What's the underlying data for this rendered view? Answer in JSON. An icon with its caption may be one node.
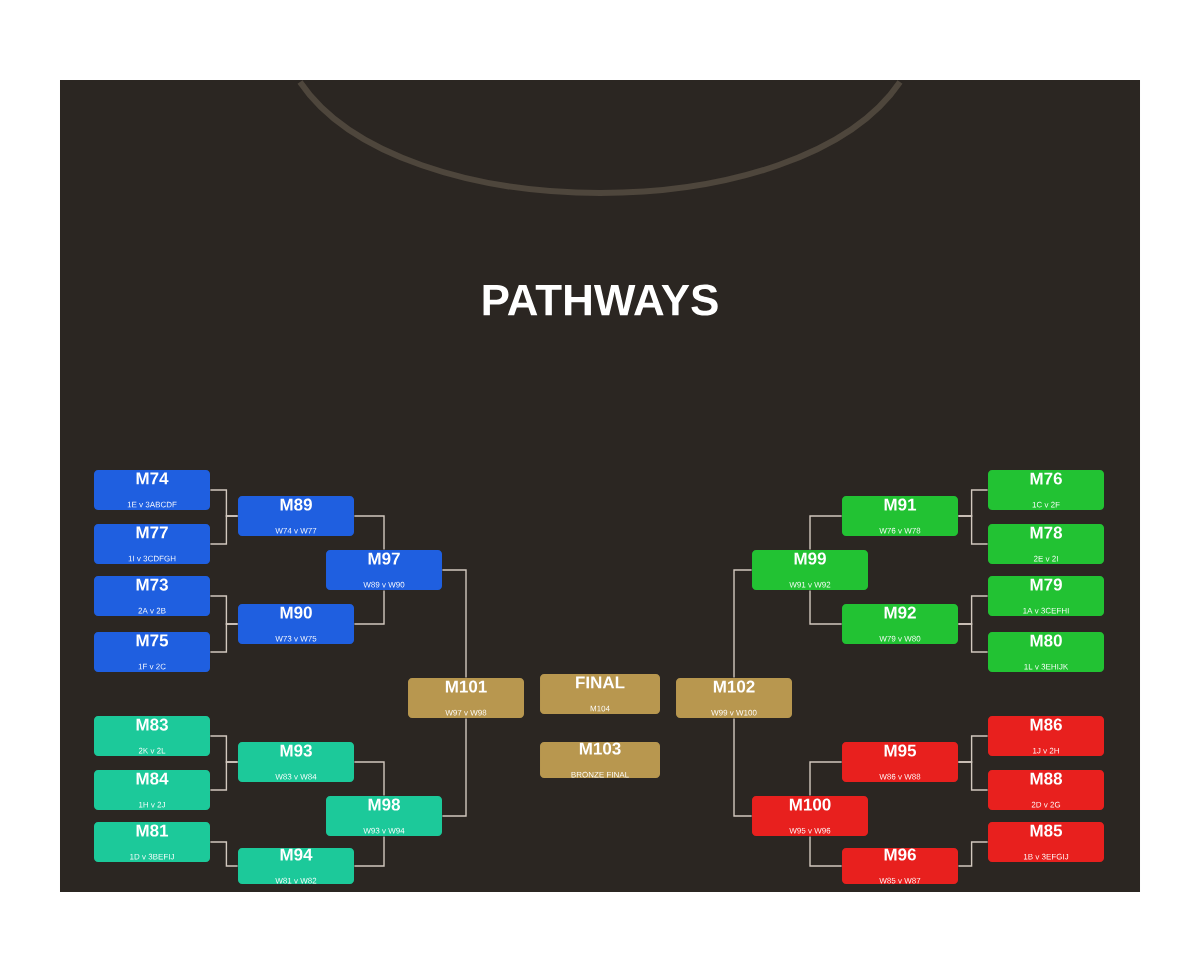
{
  "diagram": {
    "title": "PATHWAYS",
    "nodes": [
      {
        "text": [
          "M74",
          "1E v 3ABCDF"
        ]
      },
      {
        "text": [
          "M77",
          "1I v 3CDFGH"
        ]
      },
      {
        "text": [
          "M73",
          "2A v 2B"
        ]
      },
      {
        "text": [
          "M75",
          "1F v 2C"
        ]
      },
      {
        "text": [
          "M89",
          "W74 v W77"
        ]
      },
      {
        "text": [
          "M97",
          "W89 v W90"
        ]
      },
      {
        "text": [
          "M90",
          "W73 v W75"
        ]
      },
      {
        "text": [
          "M83",
          "2K v 2L"
        ]
      },
      {
        "text": [
          "M84",
          "1H v 2J"
        ]
      },
      {
        "text": [
          "M81",
          "1D v 3BEFIJ"
        ]
      },
      {
        "text": [
          "M93",
          "W83 v W84"
        ]
      },
      {
        "text": [
          "M98",
          "W93 v W94"
        ]
      },
      {
        "text": [
          "M94",
          "W81 v W82"
        ]
      },
      {
        "text": [
          "M101",
          "W97 v W98"
        ]
      },
      {
        "text": [
          "FINAL",
          "M104"
        ]
      },
      {
        "text": [
          "M102",
          "W99 v W100"
        ]
      },
      {
        "text": [
          "M103",
          "BRONZE FINAL"
        ]
      },
      {
        "text": [
          "M99",
          "W91 v W92"
        ]
      },
      {
        "text": [
          "M91",
          "W76 v W78"
        ]
      },
      {
        "text": [
          "M92",
          "W79 v W80"
        ]
      },
      {
        "text": [
          "M76",
          "1C v 2F"
        ]
      },
      {
        "text": [
          "M78",
          "2E v 2I"
        ]
      },
      {
        "text": [
          "M79",
          "1A v 3CEFHI"
        ]
      },
      {
        "text": [
          "M80",
          "1L v 3EHIJK"
        ]
      },
      {
        "text": [
          "M95",
          "W86 v W88"
        ]
      },
      {
        "text": [
          "M100",
          "W95 v W96"
        ]
      },
      {
        "text": [
          "M96",
          "W85 v W87"
        ]
      },
      {
        "text": [
          "M86",
          "1J v 2H"
        ]
      },
      {
        "text": [
          "M88",
          "2D v 2G"
        ]
      },
      {
        "text": [
          "M85",
          "1B v 3EFGIJ"
        ]
      }
    ],
    "edges": [
      {
        "from": 0,
        "to": 4,
        "arrow": "none"
      },
      {
        "from": 1,
        "to": 4,
        "arrow": "none"
      },
      {
        "from": 2,
        "to": 6,
        "arrow": "none"
      },
      {
        "from": 3,
        "to": 6,
        "arrow": "none"
      },
      {
        "from": 4,
        "to": 5,
        "arrow": "none"
      },
      {
        "from": 6,
        "to": 5,
        "arrow": "none"
      },
      {
        "from": 7,
        "to": 10,
        "arrow": "none"
      },
      {
        "from": 8,
        "to": 10,
        "arrow": "none"
      },
      {
        "from": 9,
        "to": 12,
        "arrow": "none"
      },
      {
        "from": 10,
        "to": 11,
        "arrow": "none"
      },
      {
        "from": 12,
        "to": 11,
        "arrow": "none"
      },
      {
        "from": 5,
        "to": 13,
        "arrow": "none"
      },
      {
        "from": 11,
        "to": 13,
        "arrow": "none"
      },
      {
        "from": 20,
        "to": 18,
        "arrow": "none"
      },
      {
        "from": 21,
        "to": 18,
        "arrow": "none"
      },
      {
        "from": 22,
        "to": 19,
        "arrow": "none"
      },
      {
        "from": 23,
        "to": 19,
        "arrow": "none"
      },
      {
        "from": 18,
        "to": 17,
        "arrow": "none"
      },
      {
        "from": 19,
        "to": 17,
        "arrow": "none"
      },
      {
        "from": 27,
        "to": 24,
        "arrow": "none"
      },
      {
        "from": 28,
        "to": 24,
        "arrow": "none"
      },
      {
        "from": 29,
        "to": 26,
        "arrow": "none"
      },
      {
        "from": 24,
        "to": 25,
        "arrow": "none"
      },
      {
        "from": 26,
        "to": 25,
        "arrow": "none"
      },
      {
        "from": 17,
        "to": 15,
        "arrow": "none"
      },
      {
        "from": 25,
        "to": 15,
        "arrow": "none"
      }
    ]
  }
}
